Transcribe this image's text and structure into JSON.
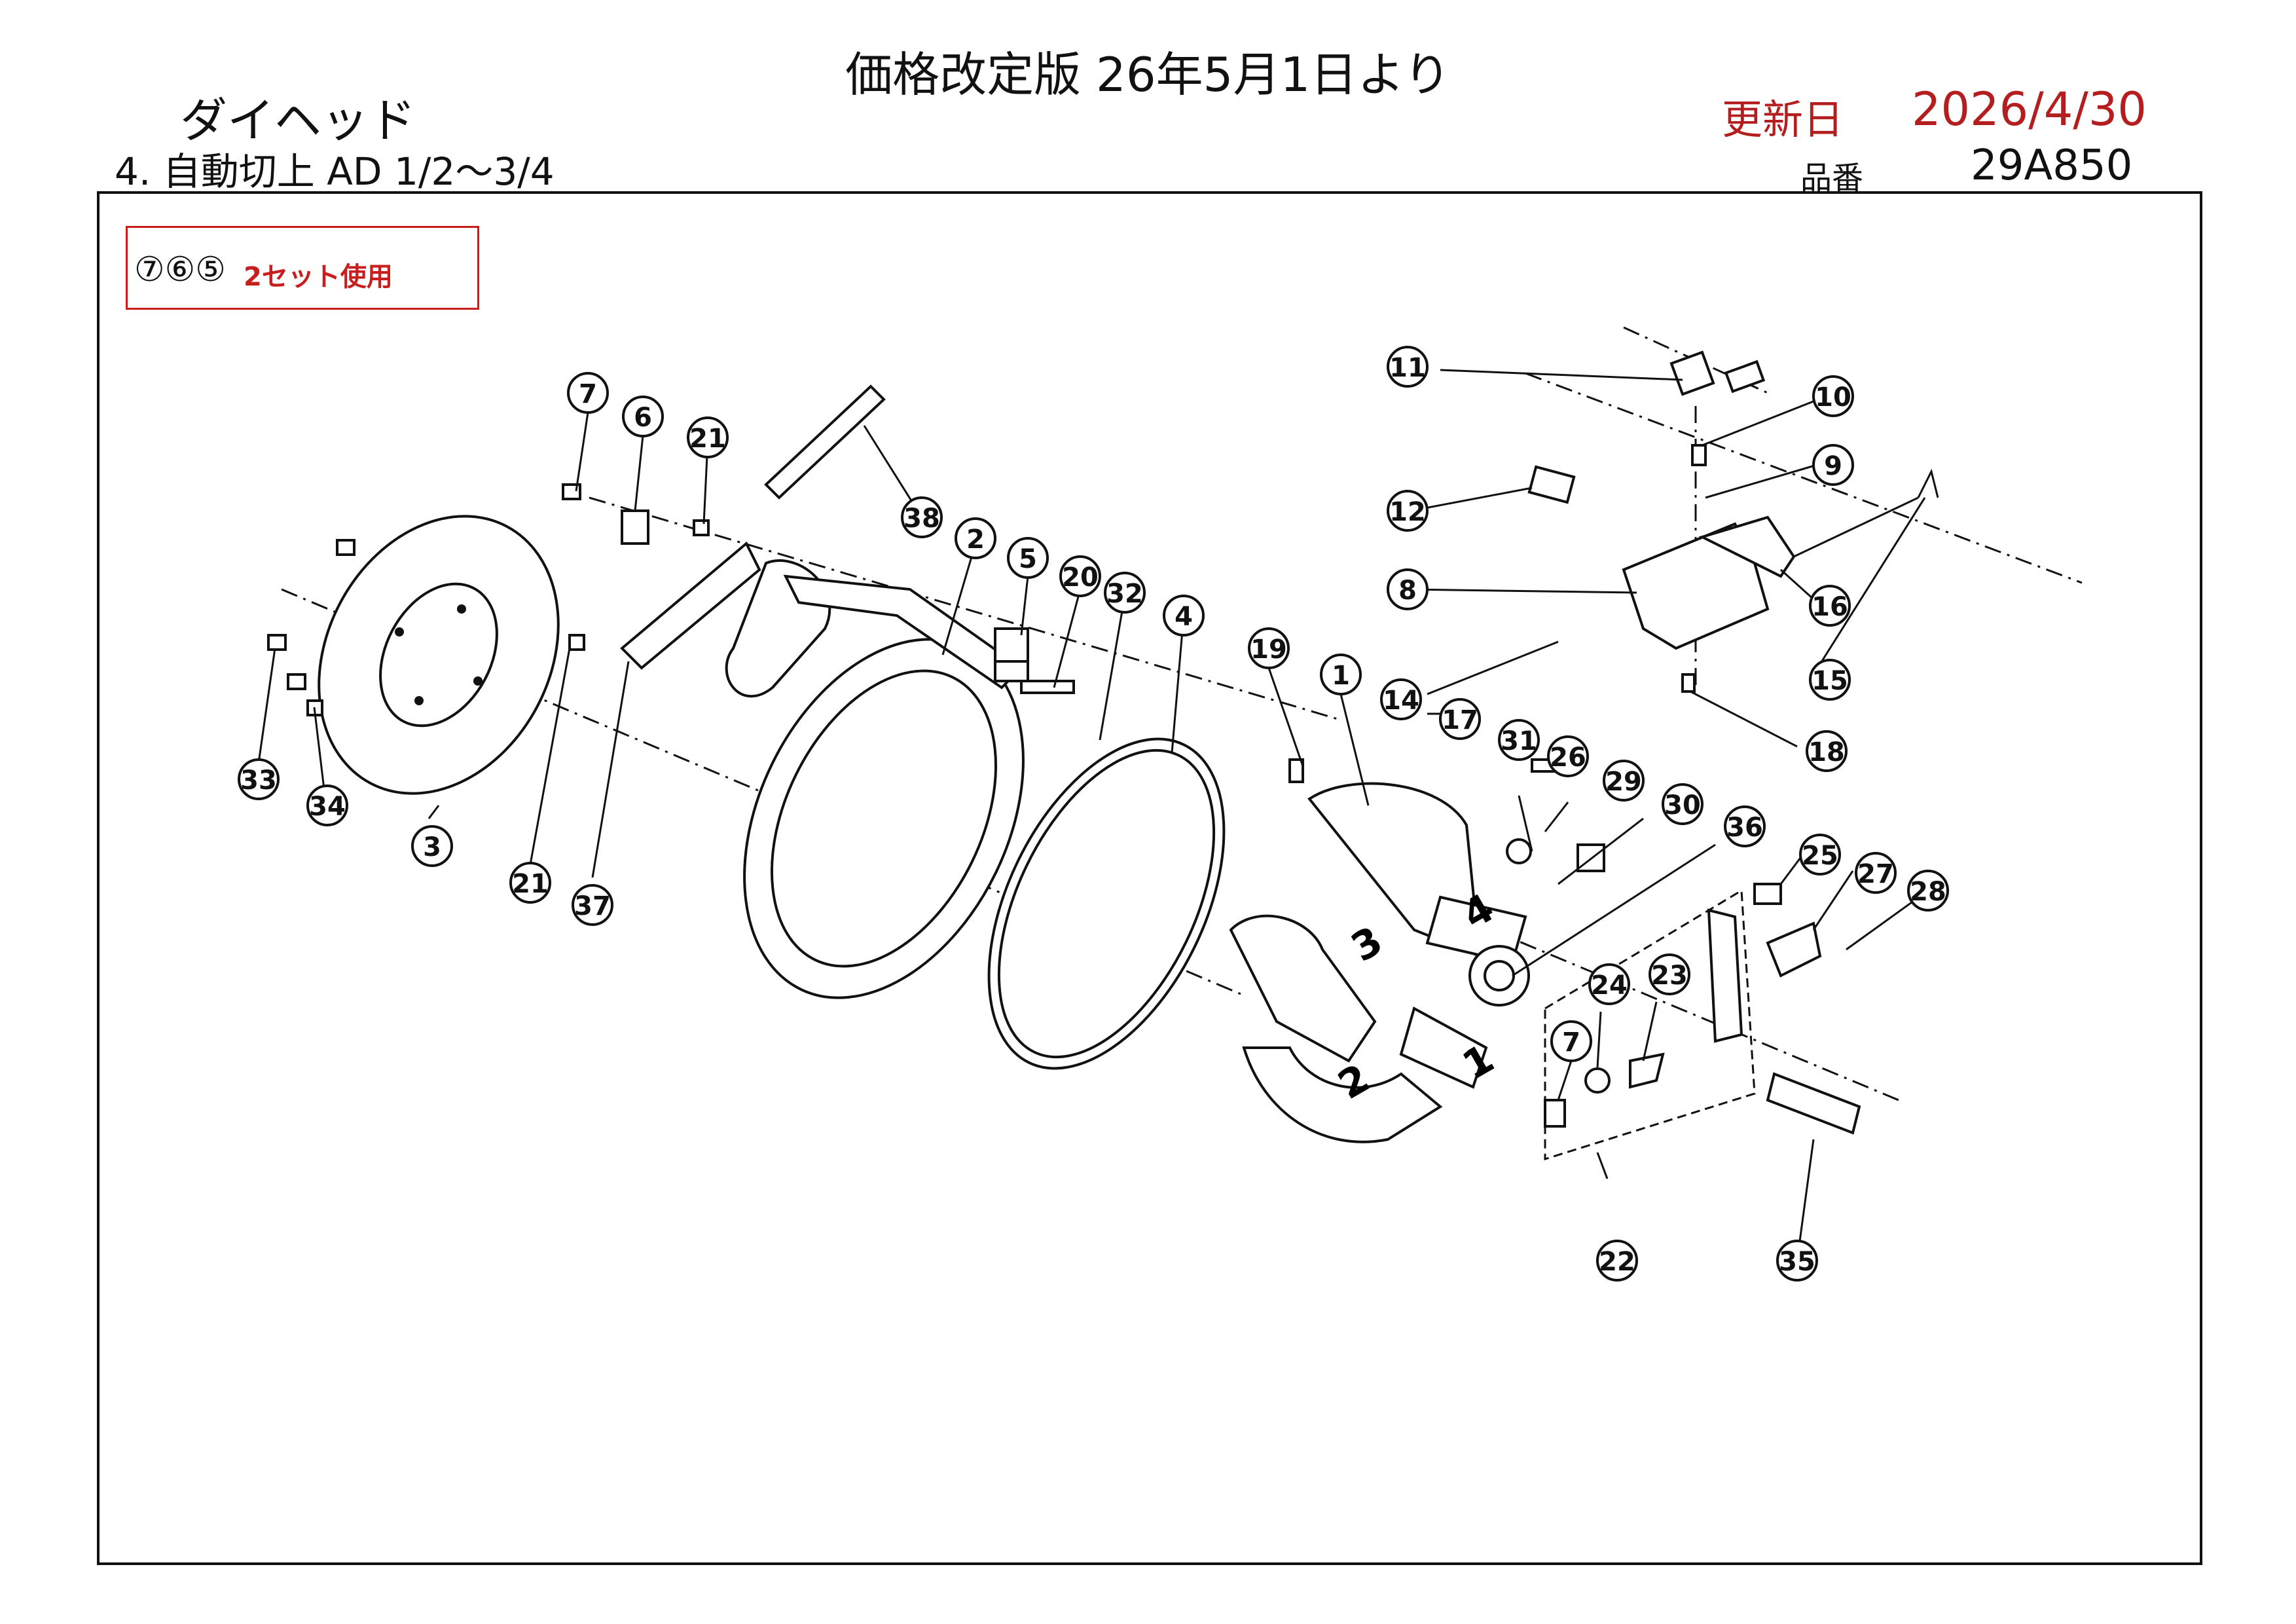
{
  "header": {
    "title": "価格改定版 26年5月1日より",
    "product": "ダイヘッド",
    "series": "4. 自動切上 AD 1/2～3/4",
    "update_label": "更新日",
    "update_value": "2026/4/30",
    "part_no_label": "品番",
    "part_no_value": "29A850"
  },
  "note": {
    "marks": "⑦⑥⑤",
    "text": "2セット使用"
  },
  "callouts": [
    {
      "id": "c1",
      "label": "1"
    },
    {
      "id": "c2",
      "label": "2"
    },
    {
      "id": "c3",
      "label": "3"
    },
    {
      "id": "c4",
      "label": "4"
    },
    {
      "id": "c5",
      "label": "5"
    },
    {
      "id": "c6",
      "label": "6"
    },
    {
      "id": "c7a",
      "label": "7"
    },
    {
      "id": "c7b",
      "label": "7"
    },
    {
      "id": "c8",
      "label": "8"
    },
    {
      "id": "c9",
      "label": "9"
    },
    {
      "id": "c10",
      "label": "10"
    },
    {
      "id": "c11",
      "label": "11"
    },
    {
      "id": "c12",
      "label": "12"
    },
    {
      "id": "c14",
      "label": "14"
    },
    {
      "id": "c15",
      "label": "15"
    },
    {
      "id": "c16",
      "label": "16"
    },
    {
      "id": "c17",
      "label": "17"
    },
    {
      "id": "c18",
      "label": "18"
    },
    {
      "id": "c19",
      "label": "19"
    },
    {
      "id": "c20",
      "label": "20"
    },
    {
      "id": "c21a",
      "label": "21"
    },
    {
      "id": "c21b",
      "label": "21"
    },
    {
      "id": "c22",
      "label": "22"
    },
    {
      "id": "c23",
      "label": "23"
    },
    {
      "id": "c24",
      "label": "24"
    },
    {
      "id": "c25",
      "label": "25"
    },
    {
      "id": "c26",
      "label": "26"
    },
    {
      "id": "c27",
      "label": "27"
    },
    {
      "id": "c28",
      "label": "28"
    },
    {
      "id": "c29",
      "label": "29"
    },
    {
      "id": "c30",
      "label": "30"
    },
    {
      "id": "c31",
      "label": "31"
    },
    {
      "id": "c32",
      "label": "32"
    },
    {
      "id": "c33",
      "label": "33"
    },
    {
      "id": "c34",
      "label": "34"
    },
    {
      "id": "c35",
      "label": "35"
    },
    {
      "id": "c36",
      "label": "36"
    },
    {
      "id": "c37",
      "label": "37"
    },
    {
      "id": "c38",
      "label": "38"
    }
  ],
  "die_numbers": [
    "1",
    "2",
    "3",
    "4"
  ]
}
